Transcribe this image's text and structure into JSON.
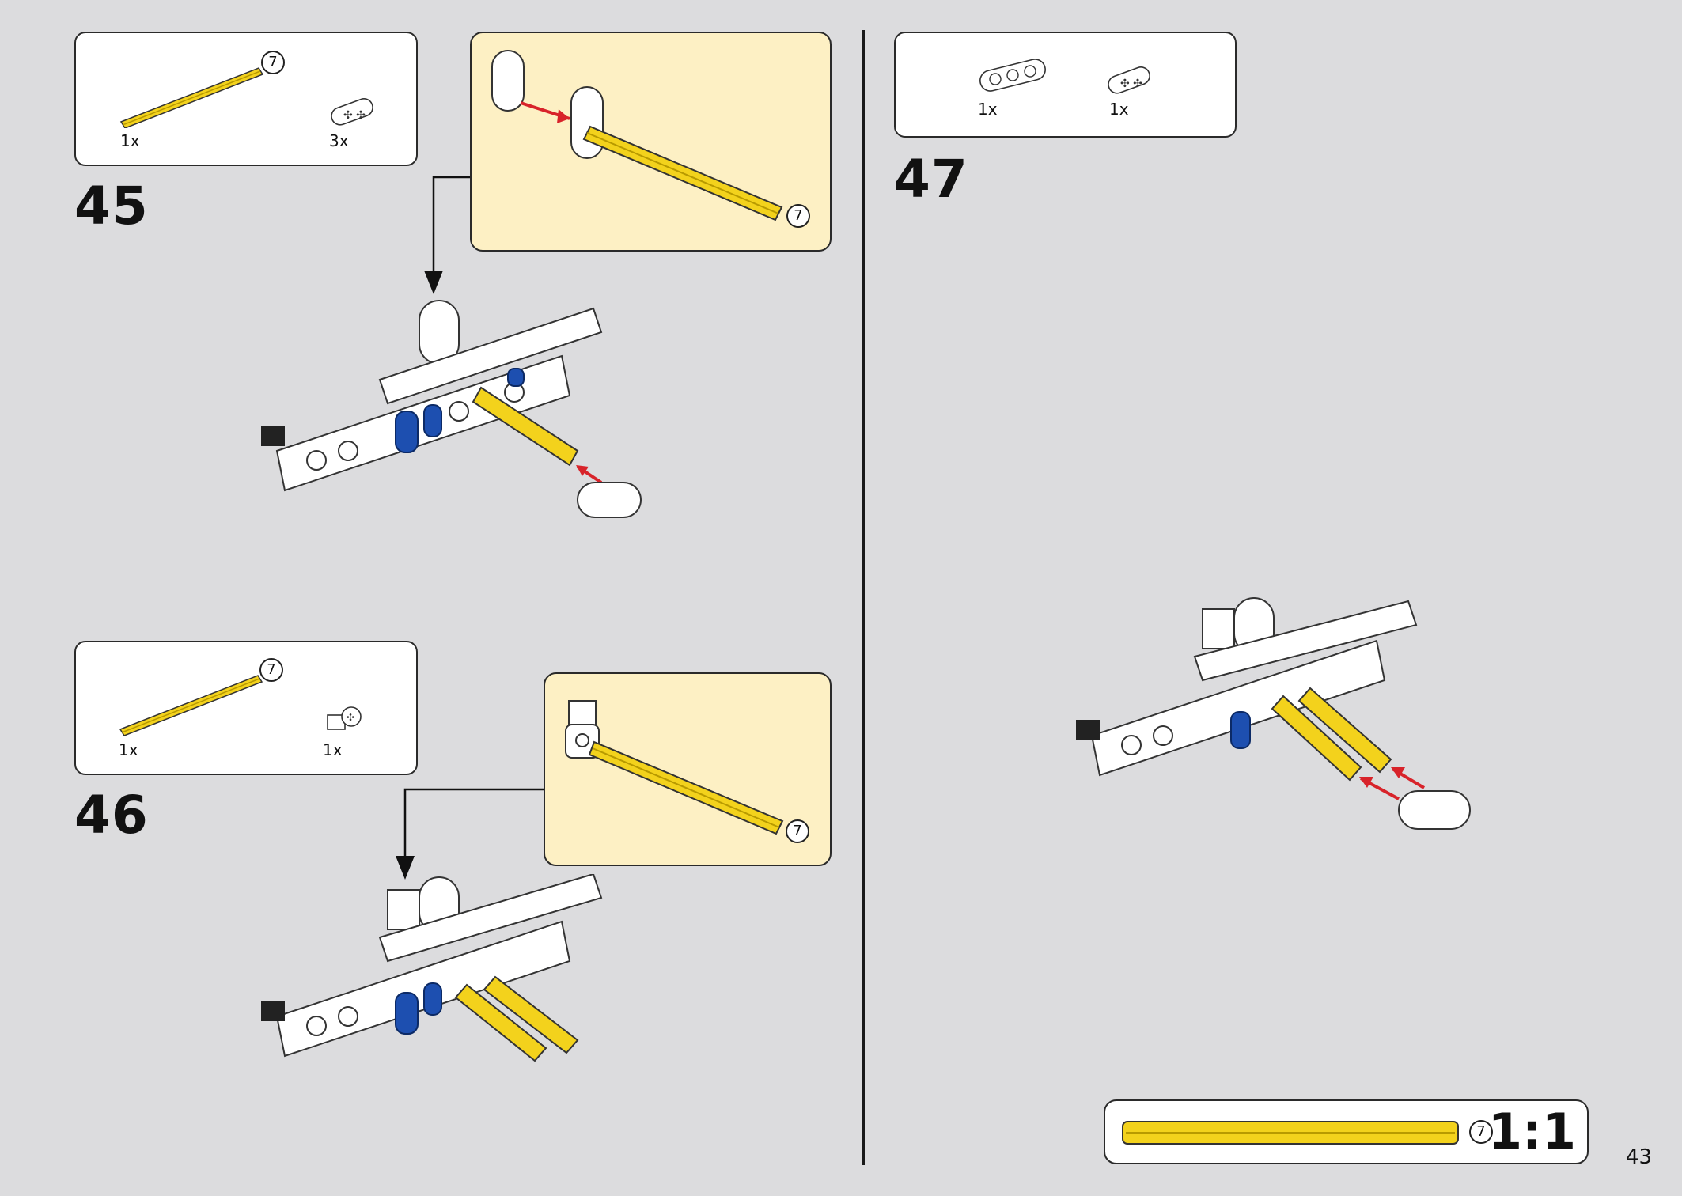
{
  "page": {
    "number": "43"
  },
  "steps": [
    {
      "number": "45",
      "parts": [
        {
          "name": "axle",
          "length": "7",
          "qty": "1x"
        },
        {
          "name": "liftarm-2-axle-hole",
          "qty": "3x"
        }
      ],
      "subassembly_length": "7"
    },
    {
      "number": "46",
      "parts": [
        {
          "name": "axle",
          "length": "7",
          "qty": "1x"
        },
        {
          "name": "axle-pin-connector",
          "qty": "1x"
        }
      ],
      "subassembly_length": "7"
    },
    {
      "number": "47",
      "parts": [
        {
          "name": "liftarm-3",
          "qty": "1x"
        },
        {
          "name": "liftarm-2-axle-hole",
          "qty": "1x"
        }
      ]
    }
  ],
  "scale": {
    "length": "7",
    "label": "1:1"
  },
  "colors": {
    "yellow": "#f3d21c",
    "blue": "#1d4fb0",
    "subassembly_bg": "#fdf0c4",
    "arrow_red": "#d8232a",
    "background": "#dcdcde"
  }
}
